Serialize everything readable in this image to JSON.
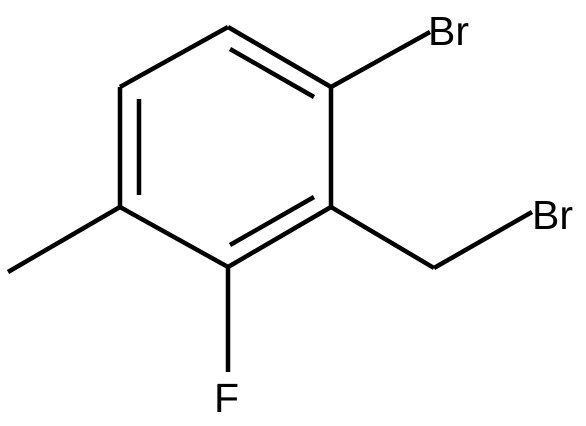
{
  "molecule": {
    "atoms": {
      "br_ring": "Br",
      "br_methyl": "Br",
      "f": "F"
    }
  }
}
